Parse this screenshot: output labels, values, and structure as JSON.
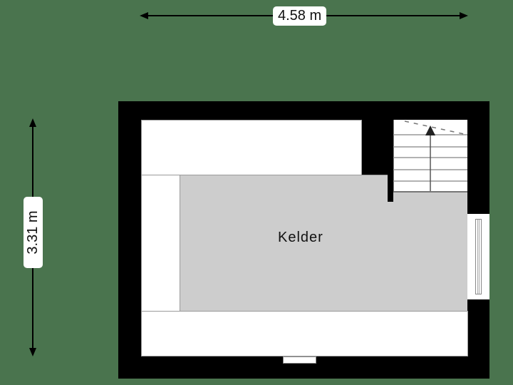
{
  "floorplan": {
    "background_color": "#4a744e",
    "wall_color": "#000000",
    "room_fill_color": "#cdcdcd",
    "dimensions": {
      "width_label": "4.58 m",
      "height_label": "3.31 m"
    },
    "rooms": [
      {
        "name": "Kelder"
      }
    ],
    "features": {
      "stairs": {
        "direction": "up",
        "steps": 6
      },
      "window_right": "window",
      "window_bottom": "window"
    }
  }
}
